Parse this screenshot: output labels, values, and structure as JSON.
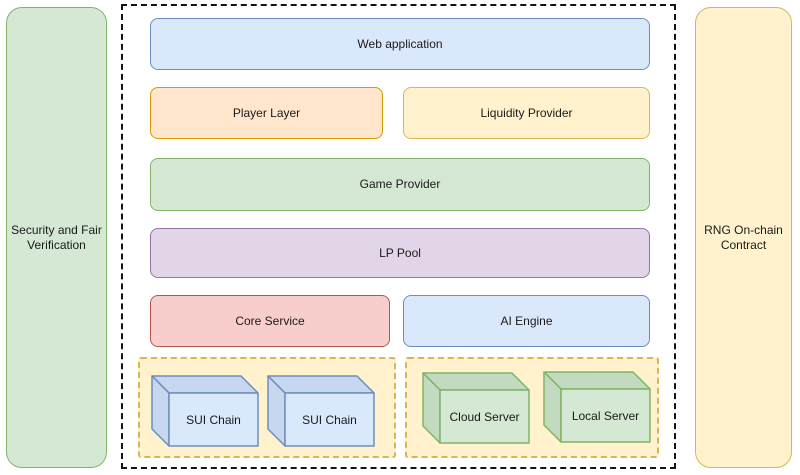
{
  "diagram_title": "",
  "left_panel": {
    "line1": "Security and Fair",
    "line2": "Verification"
  },
  "right_panel": {
    "line1": "RNG On-chain",
    "line2": "Contract"
  },
  "nodes": {
    "web_application": "Web application",
    "player_layer": "Player Layer",
    "liquidity_provider": "Liquidity Provider",
    "game_provider": "Game Provider",
    "lp_pool": "LP Pool",
    "core_service": "Core Service",
    "ai_engine": "AI Engine",
    "sui_chain_1": "SUI Chain",
    "sui_chain_2": "SUI Chain",
    "cloud_server": "Cloud Server",
    "local_server": "Local Server"
  },
  "colors": {
    "blue_fill": "#dae8fc",
    "blue_border": "#6c8ebf",
    "orange_fill": "#ffe6cc",
    "orange_border": "#d79b00",
    "yellow_fill": "#fff2cc",
    "yellow_border": "#d6b656",
    "green_fill": "#d5e8d4",
    "green_border": "#82b366",
    "purple_fill": "#e1d5e7",
    "purple_border": "#9673a6",
    "red_fill": "#f8cecc",
    "red_border": "#b85450",
    "cube_blue_side": "#c7d7ef",
    "cube_green_side": "#c2dbc0",
    "frame_border": "#141414"
  }
}
